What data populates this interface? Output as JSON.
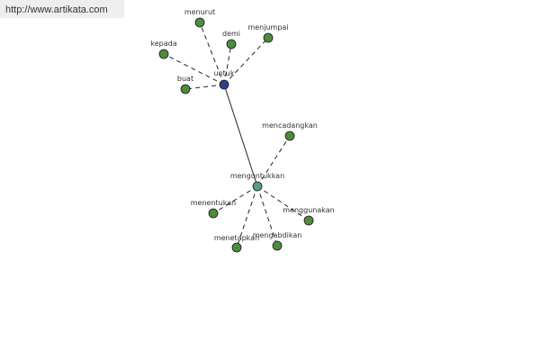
{
  "header": {
    "url": "http://www.artikata.com"
  },
  "colors": {
    "hub_untuk": "#2f3f8f",
    "hub_menguntukkan": "#5a9a8a",
    "leaf": "#4f8a3f",
    "edge": "#222222"
  },
  "graph": {
    "nodes": [
      {
        "id": "untuk",
        "label": "untuk",
        "type": "hub1"
      },
      {
        "id": "menurut",
        "label": "menurut",
        "type": "leaf"
      },
      {
        "id": "demi",
        "label": "demi",
        "type": "leaf"
      },
      {
        "id": "menjumpai",
        "label": "menjumpai",
        "type": "leaf"
      },
      {
        "id": "kepada",
        "label": "kepada",
        "type": "leaf"
      },
      {
        "id": "buat",
        "label": "buat",
        "type": "leaf"
      },
      {
        "id": "menguntukkan",
        "label": "menguntukkan",
        "type": "hub2"
      },
      {
        "id": "mencadangkan",
        "label": "mencadangkan",
        "type": "leaf"
      },
      {
        "id": "menentukan",
        "label": "menentukan",
        "type": "leaf"
      },
      {
        "id": "menggunakan",
        "label": "menggunakan",
        "type": "leaf"
      },
      {
        "id": "menetapkan",
        "label": "menetapkan",
        "type": "leaf"
      },
      {
        "id": "mengabdikan",
        "label": "mengabdikan",
        "type": "leaf"
      }
    ],
    "edges": [
      {
        "from": "untuk",
        "to": "menurut",
        "style": "dashed"
      },
      {
        "from": "untuk",
        "to": "demi",
        "style": "dashed"
      },
      {
        "from": "untuk",
        "to": "menjumpai",
        "style": "dashed"
      },
      {
        "from": "untuk",
        "to": "kepada",
        "style": "dashed"
      },
      {
        "from": "untuk",
        "to": "buat",
        "style": "dashed"
      },
      {
        "from": "untuk",
        "to": "menguntukkan",
        "style": "solid"
      },
      {
        "from": "menguntukkan",
        "to": "mencadangkan",
        "style": "dashed"
      },
      {
        "from": "menguntukkan",
        "to": "menentukan",
        "style": "dashed"
      },
      {
        "from": "menguntukkan",
        "to": "menggunakan",
        "style": "dashed"
      },
      {
        "from": "menguntukkan",
        "to": "menetapkan",
        "style": "dashed"
      },
      {
        "from": "menguntukkan",
        "to": "mengabdikan",
        "style": "dashed"
      }
    ]
  }
}
